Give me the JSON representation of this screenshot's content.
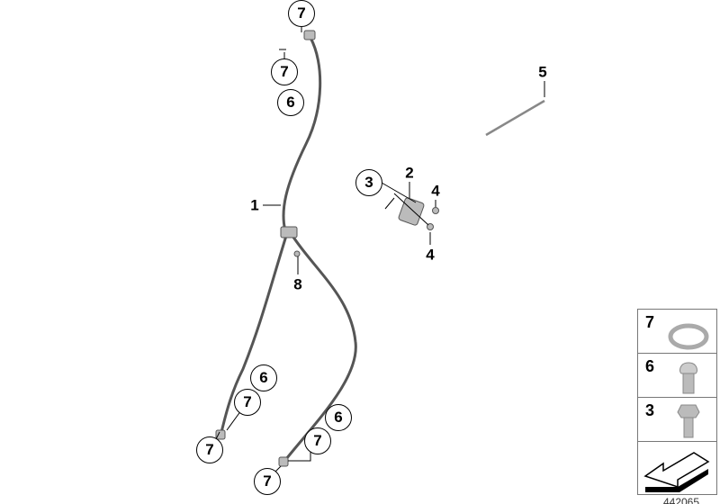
{
  "callouts": {
    "c7a": "7",
    "c7b": "7",
    "c6a": "6",
    "l1": "1",
    "l8": "8",
    "l2": "2",
    "c3": "3",
    "l4a": "4",
    "l4b": "4",
    "l5": "5",
    "c6b": "6",
    "c7c": "7",
    "c7d": "7",
    "c6c": "6",
    "c7e": "7",
    "c7f": "7"
  },
  "legend": {
    "items": [
      {
        "number": "7",
        "part": "washer-icon"
      },
      {
        "number": "6",
        "part": "banjo-bolt-icon"
      },
      {
        "number": "3",
        "part": "hex-bolt-icon"
      }
    ],
    "arrow": "arrow-icon"
  },
  "diagram_id": "442065"
}
